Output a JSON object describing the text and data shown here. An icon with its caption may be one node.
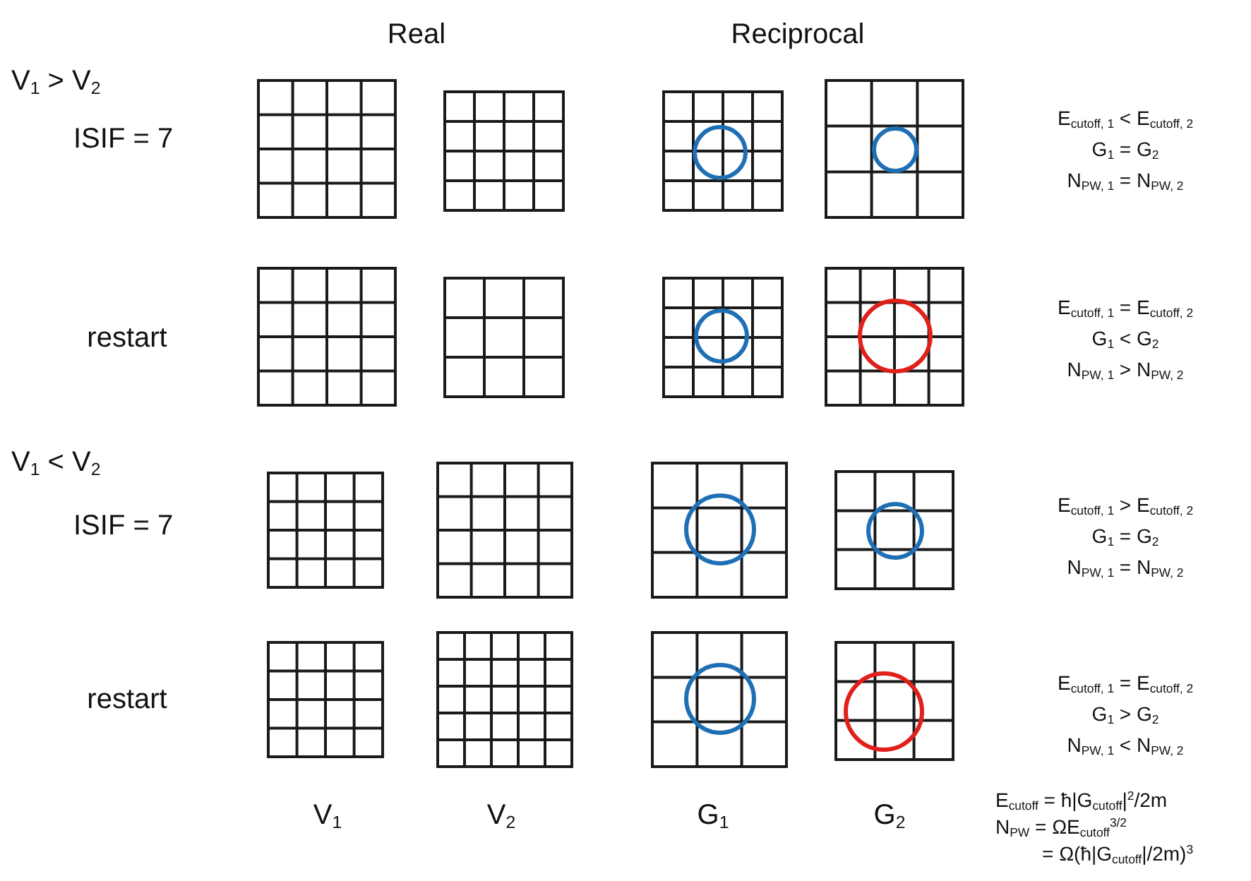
{
  "diagram": {
    "labels": [
      "Real",
      "Reciprocal",
      "V$_{1}$ > V$_{2}$",
      "ISIF = 7",
      "E$_{cutoff, 1}$ < E$_{cutoff, 2}$",
      "G$_{1}$ = G$_{2}$",
      "N$_{PW, 1}$ = N$_{PW, 2}$",
      "restart",
      "E$_{cutoff, 1}$ = E$_{cutoff, 2}$",
      "G$_{1}$ < G$_{2}$",
      "N$_{PW, 1}$ > N$_{PW, 2}$",
      "V$_{1}$ < V$_{2}$",
      "ISIF = 7",
      "E$_{cutoff, 1}$ > E$_{cutoff, 2}$",
      "G$_{1}$ = G$_{2}$",
      "N$_{PW, 1}$ = N$_{PW, 2}$",
      "restart",
      "E$_{cutoff, 1}$ = E$_{cutoff, 2}$",
      "G$_{1}$ > G$_{2}$",
      "N$_{PW, 1}$ < N$_{PW, 2}$",
      "V$_{1}$",
      "V$_{2}$",
      "G$_{1}$",
      "G$_{2}$",
      "E$_{cutoff}$ = ħ|G$_{cutoff}$|$^{2}$/2m",
      "N$_{PW}$ = ΩE$_{cutoff}$$^{3/2}$",
      "= Ω(ħ|G$_{cutoff}$|/2m)$^{3}$"
    ]
  }
}
